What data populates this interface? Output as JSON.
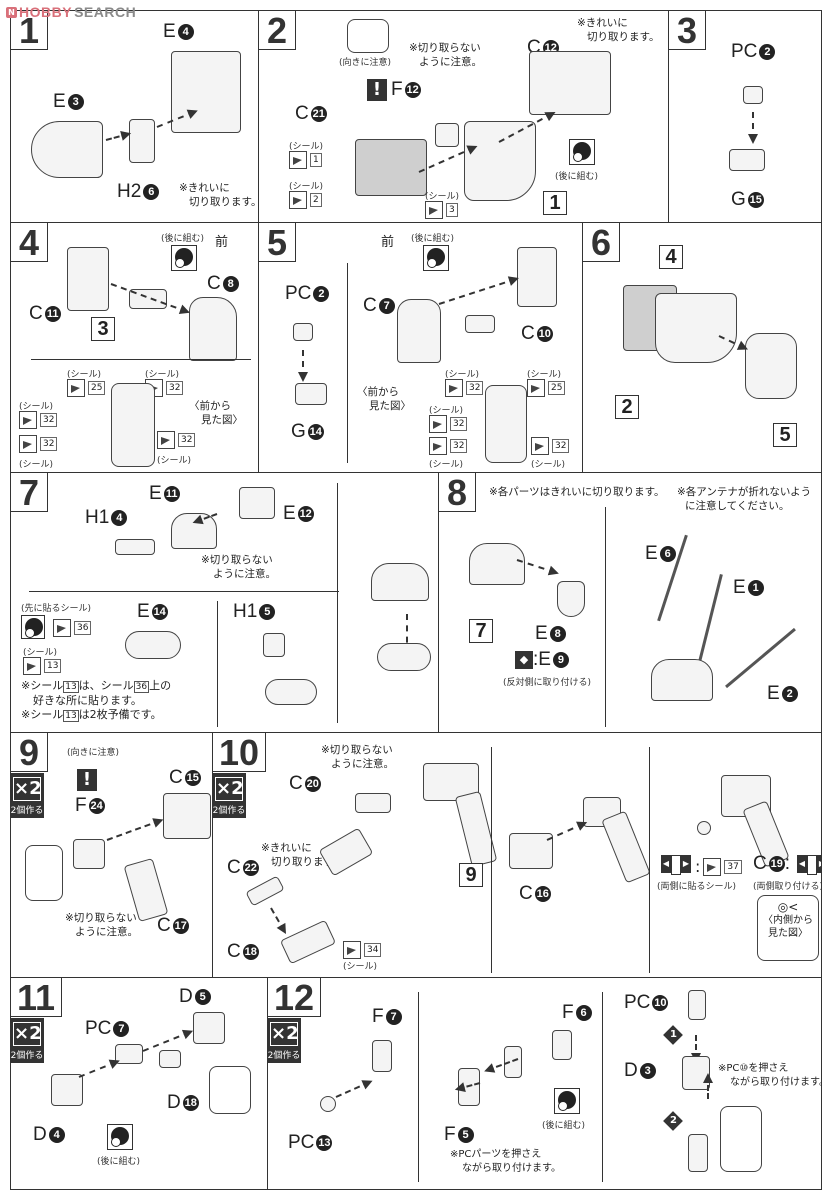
{
  "watermark": {
    "mark": "N",
    "brand_a": "HOBBY",
    "brand_b": " SEARCH"
  },
  "common": {
    "seal": "(シール)",
    "assemble_later": "(後に組む)",
    "mind_direction": "(向きに注意)",
    "dont_cut": "※切り取らない",
    "dont_cut_2": "ように注意。",
    "cut_clean": "※きれいに",
    "cut_clean_2": "切り取ります。",
    "front": "前",
    "front_view_1": "〈前から",
    "front_view_2": "見た図〉",
    "make_two": "2個作る",
    "x2": "×2"
  },
  "steps": [
    {
      "num": "1",
      "parts": [
        {
          "letter": "E",
          "n": "4"
        },
        {
          "letter": "E",
          "n": "3"
        },
        {
          "letter": "H2",
          "n": "6"
        }
      ]
    },
    {
      "num": "2",
      "parts": [
        {
          "letter": "C",
          "n": "12"
        },
        {
          "letter": "F",
          "n": "12"
        },
        {
          "letter": "C",
          "n": "21"
        }
      ],
      "seals": [
        "1",
        "2",
        "3"
      ],
      "ref": "1"
    },
    {
      "num": "3",
      "parts": [
        {
          "letter": "PC",
          "n": "2"
        },
        {
          "letter": "G",
          "n": "15"
        }
      ]
    },
    {
      "num": "4",
      "parts": [
        {
          "letter": "C",
          "n": "8"
        },
        {
          "letter": "C",
          "n": "11"
        }
      ],
      "ref": "3",
      "seals": [
        "25",
        "32",
        "32",
        "32",
        "32"
      ]
    },
    {
      "num": "5",
      "parts": [
        {
          "letter": "PC",
          "n": "2"
        },
        {
          "letter": "G",
          "n": "14"
        },
        {
          "letter": "C",
          "n": "7"
        },
        {
          "letter": "C",
          "n": "10"
        }
      ],
      "seals": [
        "32",
        "25",
        "32",
        "32",
        "32"
      ]
    },
    {
      "num": "6",
      "refs": [
        "4",
        "2",
        "5"
      ]
    },
    {
      "num": "7",
      "parts": [
        {
          "letter": "E",
          "n": "11"
        },
        {
          "letter": "H1",
          "n": "4"
        },
        {
          "letter": "E",
          "n": "12"
        },
        {
          "letter": "E",
          "n": "14"
        },
        {
          "letter": "H1",
          "n": "5"
        }
      ],
      "first_seal": "(先に貼るシール)",
      "seals": [
        "36",
        "13"
      ],
      "note1a": "※シール",
      "note1b": "13",
      "note1c": "は、シール",
      "note1d": "36",
      "note1e": "上の",
      "note2": "好きな所に貼ります。",
      "note3a": "※シール",
      "note3b": "13",
      "note3c": "は2枚予備です。"
    },
    {
      "num": "8",
      "note_a": "※各パーツはきれいに切り取ります。",
      "note_b1": "※各アンテナが折れないよう",
      "note_b2": "に注意してください。",
      "parts": [
        {
          "letter": "E",
          "n": "6"
        },
        {
          "letter": "E",
          "n": "1"
        },
        {
          "letter": "E",
          "n": "2"
        },
        {
          "letter": "E",
          "n": "8"
        },
        {
          "letter": "E",
          "n": "9"
        }
      ],
      "ref": "7",
      "opposite": "(反対側に取り付ける)"
    },
    {
      "num": "9",
      "parts": [
        {
          "letter": "C",
          "n": "15"
        },
        {
          "letter": "F",
          "n": "24"
        },
        {
          "letter": "C",
          "n": "17"
        }
      ]
    },
    {
      "num": "10",
      "parts": [
        {
          "letter": "C",
          "n": "20"
        },
        {
          "letter": "C",
          "n": "22"
        },
        {
          "letter": "C",
          "n": "18"
        },
        {
          "letter": "C",
          "n": "16"
        },
        {
          "letter": "C",
          "n": "19"
        }
      ],
      "seals": [
        "34",
        "37"
      ],
      "ref": "9",
      "inner_seal": "(両側に貼るシール)",
      "both_attach": "(両側取り付ける)",
      "inner_view_1": "〈内側から",
      "inner_view_2": "見た図〉"
    },
    {
      "num": "11",
      "parts": [
        {
          "letter": "D",
          "n": "5"
        },
        {
          "letter": "PC",
          "n": "7"
        },
        {
          "letter": "D",
          "n": "18"
        },
        {
          "letter": "D",
          "n": "4"
        }
      ]
    },
    {
      "num": "12",
      "parts": [
        {
          "letter": "F",
          "n": "7"
        },
        {
          "letter": "PC",
          "n": "13"
        },
        {
          "letter": "F",
          "n": "6"
        },
        {
          "letter": "F",
          "n": "5"
        },
        {
          "letter": "PC",
          "n": "10"
        },
        {
          "letter": "D",
          "n": "3"
        }
      ],
      "pc_note_1": "※PCパーツを押さえ",
      "pc_note_2": "ながら取り付けます。",
      "pc10_note_1": "※PC⑩を押さえ",
      "pc10_note_2": "ながら取り付けます。",
      "order": [
        "1",
        "2"
      ]
    }
  ]
}
